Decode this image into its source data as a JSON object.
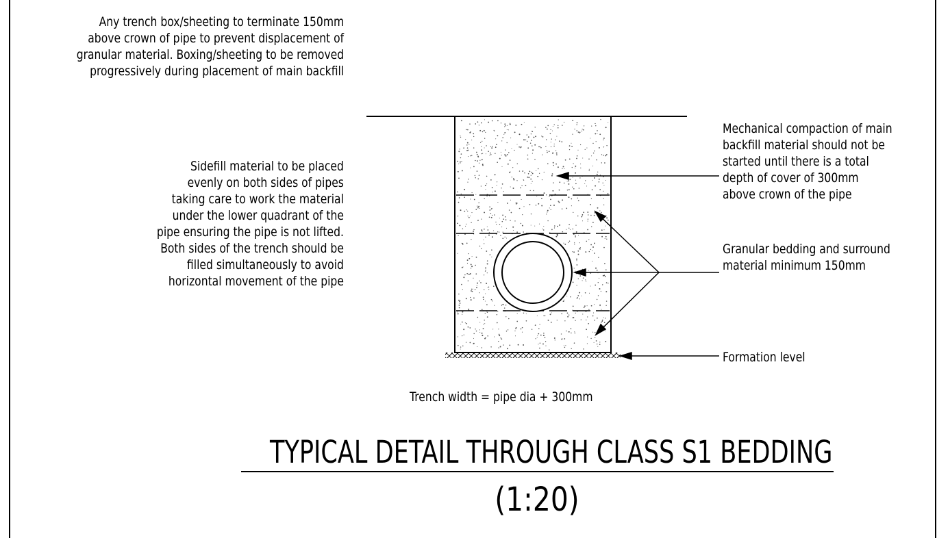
{
  "notes": {
    "trench_box": [
      "Any trench box/sheeting to terminate 150mm",
      "above crown of pipe to prevent displacement of",
      "granular material. Boxing/sheeting to be removed",
      "progressively during placement of main backfill"
    ],
    "sidefill": [
      "Sidefill material to be placed",
      "evenly on both sides of pipes",
      "taking care to work the material",
      "under the lower quadrant of the",
      "pipe ensuring the pipe is not lifted.",
      "Both sides of the trench should be",
      "filled simultaneously to avoid",
      "horizontal movement of the pipe"
    ],
    "compaction": [
      "Mechanical compaction of main",
      "backfill material should not be",
      "started until there is a total",
      "depth of cover of 300mm",
      "above crown of the pipe"
    ],
    "granular": [
      "Granular bedding and surround",
      "material minimum 150mm"
    ],
    "formation": "Formation level",
    "trench_width": "Trench width = pipe dia + 300mm"
  },
  "title": "TYPICAL DETAIL THROUGH CLASS S1 BEDDING",
  "scale": "(1:20)",
  "colors": {
    "ink": "#000000",
    "paper": "#ffffff"
  }
}
